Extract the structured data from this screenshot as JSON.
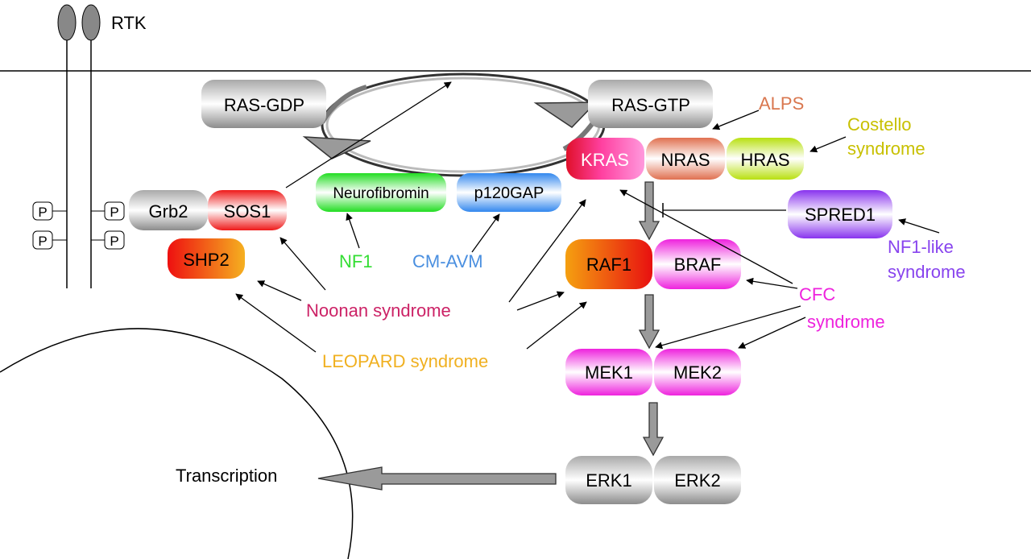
{
  "receptor_label": "RTK",
  "phospho_label": "P",
  "transcription_label": "Transcription",
  "proteins": {
    "ras_gdp": "RAS-GDP",
    "ras_gtp": "RAS-GTP",
    "kras": "KRAS",
    "nras": "NRAS",
    "hras": "HRAS",
    "grb2": "Grb2",
    "sos1": "SOS1",
    "shp2": "SHP2",
    "neurofibromin": "Neurofibromin",
    "p120gap": "p120GAP",
    "spred1": "SPRED1",
    "raf1": "RAF1",
    "braf": "BRAF",
    "mek1": "MEK1",
    "mek2": "MEK2",
    "erk1": "ERK1",
    "erk2": "ERK2"
  },
  "syndromes": {
    "alps": "ALPS",
    "costello_line1": "Costello",
    "costello_line2": "syndrome",
    "nf1": "NF1",
    "cm_avm": "CM-AVM",
    "noonan": "Noonan syndrome",
    "leopard": "LEOPARD syndrome",
    "cfc_line1": "CFC",
    "cfc_line2": "syndrome",
    "nf1_like_line1": "NF1-like",
    "nf1_like_line2": "syndrome"
  },
  "colors": {
    "alps": "#d9774f",
    "costello": "#c8c000",
    "nf1": "#33dd33",
    "cm_avm": "#4a8fe0",
    "noonan": "#cc2266",
    "leopard": "#f0b020",
    "cfc": "#ee22dd",
    "nf1_like": "#8844ee"
  }
}
